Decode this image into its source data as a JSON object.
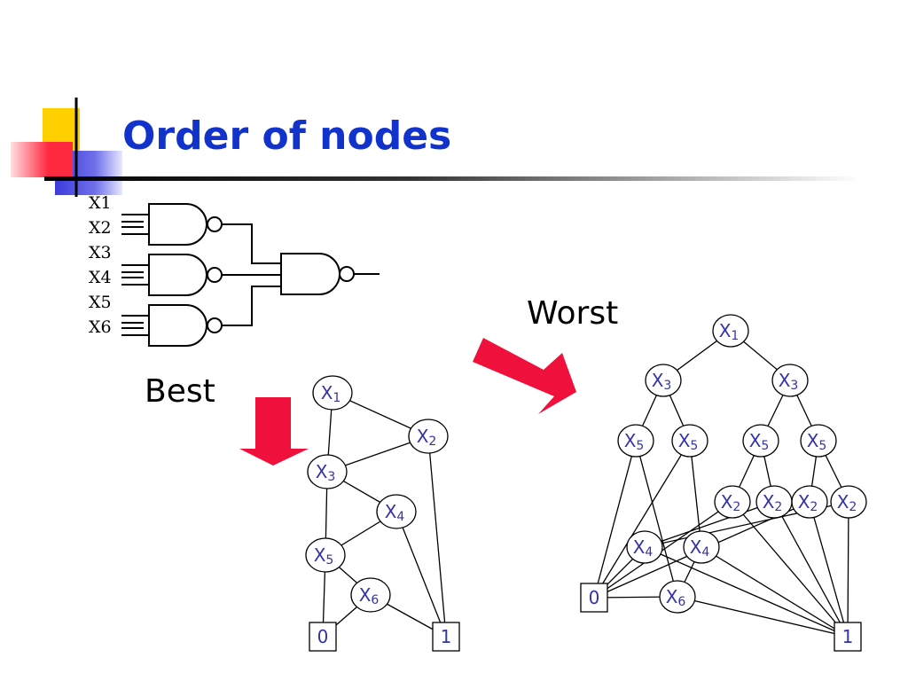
{
  "slide": {
    "title": "Order of nodes",
    "best_label": "Best",
    "worst_label": "Worst"
  },
  "circuit": {
    "inputs": [
      "X1",
      "X2",
      "X3",
      "X4",
      "X5",
      "X6"
    ]
  },
  "best_bdd": {
    "nodes": [
      {
        "id": "b1",
        "var": "X",
        "sub": "1"
      },
      {
        "id": "b2",
        "var": "X",
        "sub": "2"
      },
      {
        "id": "b3",
        "var": "X",
        "sub": "3"
      },
      {
        "id": "b4",
        "var": "X",
        "sub": "4"
      },
      {
        "id": "b5",
        "var": "X",
        "sub": "5"
      },
      {
        "id": "b6",
        "var": "X",
        "sub": "6"
      }
    ],
    "terminals": [
      {
        "id": "b0t",
        "label": "0"
      },
      {
        "id": "b1t",
        "label": "1"
      }
    ],
    "edges": [
      [
        "b1",
        "b2"
      ],
      [
        "b1",
        "b3"
      ],
      [
        "b2",
        "b3"
      ],
      [
        "b2",
        "b1t"
      ],
      [
        "b3",
        "b4"
      ],
      [
        "b3",
        "b5"
      ],
      [
        "b4",
        "b5"
      ],
      [
        "b4",
        "b1t"
      ],
      [
        "b5",
        "b6"
      ],
      [
        "b5",
        "b0t"
      ],
      [
        "b6",
        "b0t"
      ],
      [
        "b6",
        "b1t"
      ]
    ]
  },
  "worst_bdd": {
    "nodes": [
      {
        "id": "w1",
        "var": "X",
        "sub": "1"
      },
      {
        "id": "w3a",
        "var": "X",
        "sub": "3"
      },
      {
        "id": "w3b",
        "var": "X",
        "sub": "3"
      },
      {
        "id": "w5a",
        "var": "X",
        "sub": "5"
      },
      {
        "id": "w5b",
        "var": "X",
        "sub": "5"
      },
      {
        "id": "w5c",
        "var": "X",
        "sub": "5"
      },
      {
        "id": "w5d",
        "var": "X",
        "sub": "5"
      },
      {
        "id": "w2a",
        "var": "X",
        "sub": "2"
      },
      {
        "id": "w2b",
        "var": "X",
        "sub": "2"
      },
      {
        "id": "w2c",
        "var": "X",
        "sub": "2"
      },
      {
        "id": "w2d",
        "var": "X",
        "sub": "2"
      },
      {
        "id": "w4a",
        "var": "X",
        "sub": "4"
      },
      {
        "id": "w4b",
        "var": "X",
        "sub": "4"
      },
      {
        "id": "w6",
        "var": "X",
        "sub": "6"
      }
    ],
    "terminals": [
      {
        "id": "w0t",
        "label": "0"
      },
      {
        "id": "w1t",
        "label": "1"
      }
    ],
    "edges": [
      [
        "w1",
        "w3a"
      ],
      [
        "w1",
        "w3b"
      ],
      [
        "w3a",
        "w5a"
      ],
      [
        "w3a",
        "w5b"
      ],
      [
        "w3b",
        "w5c"
      ],
      [
        "w3b",
        "w5d"
      ],
      [
        "w5c",
        "w2a"
      ],
      [
        "w5c",
        "w2b"
      ],
      [
        "w5d",
        "w2c"
      ],
      [
        "w5d",
        "w2d"
      ],
      [
        "w5a",
        "w0t"
      ],
      [
        "w5a",
        "w6"
      ],
      [
        "w5b",
        "w0t"
      ],
      [
        "w5b",
        "w4b"
      ],
      [
        "w2a",
        "w0t"
      ],
      [
        "w2a",
        "w1t"
      ],
      [
        "w2b",
        "w4a"
      ],
      [
        "w2b",
        "w1t"
      ],
      [
        "w2c",
        "w0t"
      ],
      [
        "w2c",
        "w1t"
      ],
      [
        "w2d",
        "w4a"
      ],
      [
        "w2d",
        "w1t"
      ],
      [
        "w4a",
        "w0t"
      ],
      [
        "w4a",
        "w1t"
      ],
      [
        "w4b",
        "w6"
      ],
      [
        "w4b",
        "w1t"
      ],
      [
        "w6",
        "w0t"
      ],
      [
        "w6",
        "w1t"
      ]
    ]
  },
  "colors": {
    "title": "#1133cc",
    "node_text": "#3333aa",
    "arrow": "#f0103c",
    "deco_yellow": "#ffd000",
    "deco_blue": "#3b3bdc",
    "deco_red": "#ff2a40"
  }
}
